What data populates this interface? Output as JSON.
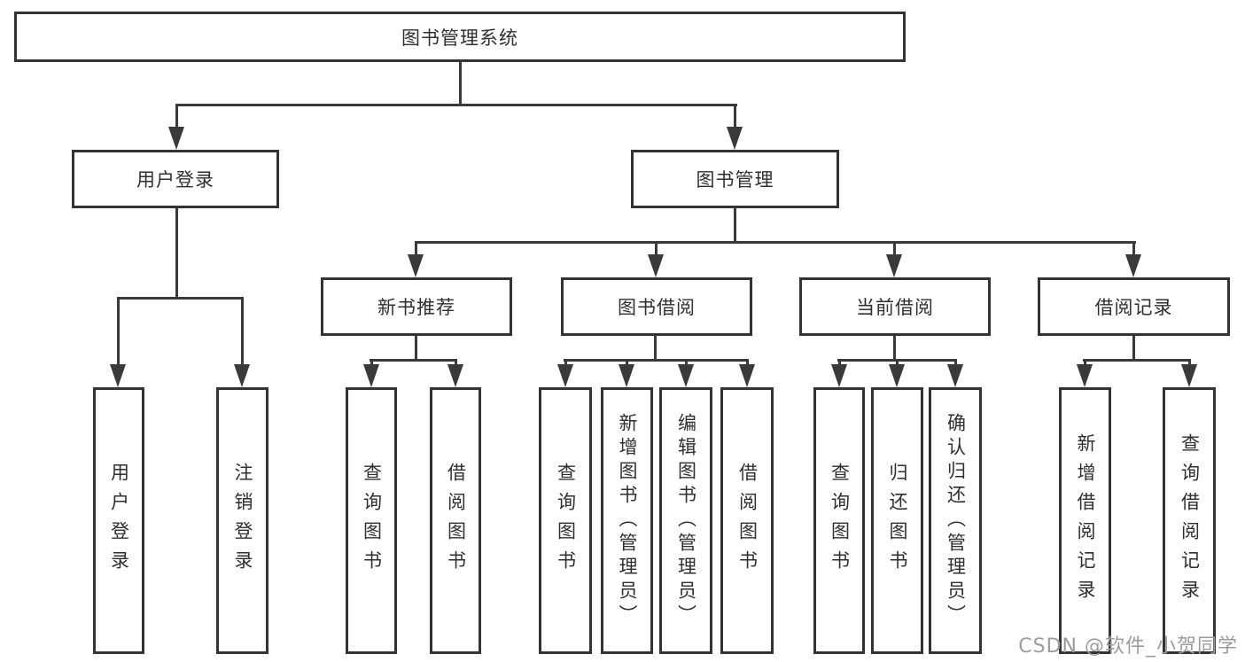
{
  "tree": {
    "label": "图书管理系统",
    "children": [
      {
        "label": "用户登录",
        "children": [
          {
            "label": "用户登录"
          },
          {
            "label": "注销登录"
          }
        ]
      },
      {
        "label": "图书管理",
        "children": [
          {
            "label": "新书推荐",
            "children": [
              {
                "label": "查询图书"
              },
              {
                "label": "借阅图书"
              }
            ]
          },
          {
            "label": "图书借阅",
            "children": [
              {
                "label": "查询图书"
              },
              {
                "label": "新增图书（管理员）"
              },
              {
                "label": "编辑图书（管理员）"
              },
              {
                "label": "借阅图书"
              }
            ]
          },
          {
            "label": "当前借阅",
            "children": [
              {
                "label": "查询图书"
              },
              {
                "label": "归还图书"
              },
              {
                "label": "确认归还（管理员）"
              }
            ]
          },
          {
            "label": "借阅记录",
            "children": [
              {
                "label": "新增借阅记录"
              },
              {
                "label": "查询借阅记录"
              }
            ]
          }
        ]
      }
    ]
  },
  "watermark": {
    "text": "CSDN @软件_小贺同学"
  },
  "colors": {
    "line": "#3a3a3a",
    "border": "#333333",
    "text": "#2f2f2f",
    "watermark": "#9c9c9c",
    "background": "#ffffff"
  }
}
